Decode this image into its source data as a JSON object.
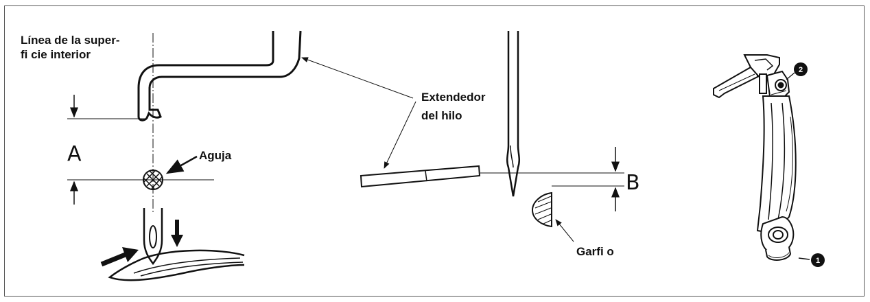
{
  "labels": {
    "inner_line_1": "Línea de la super-",
    "inner_line_2": "fi cie interior",
    "needle": "Aguja",
    "spreader_1": "Extendedor",
    "spreader_2": "del hilo",
    "hook": "Garfi o",
    "dim_a": "A",
    "dim_b": "B",
    "callout_1": "1",
    "callout_2": "2"
  }
}
